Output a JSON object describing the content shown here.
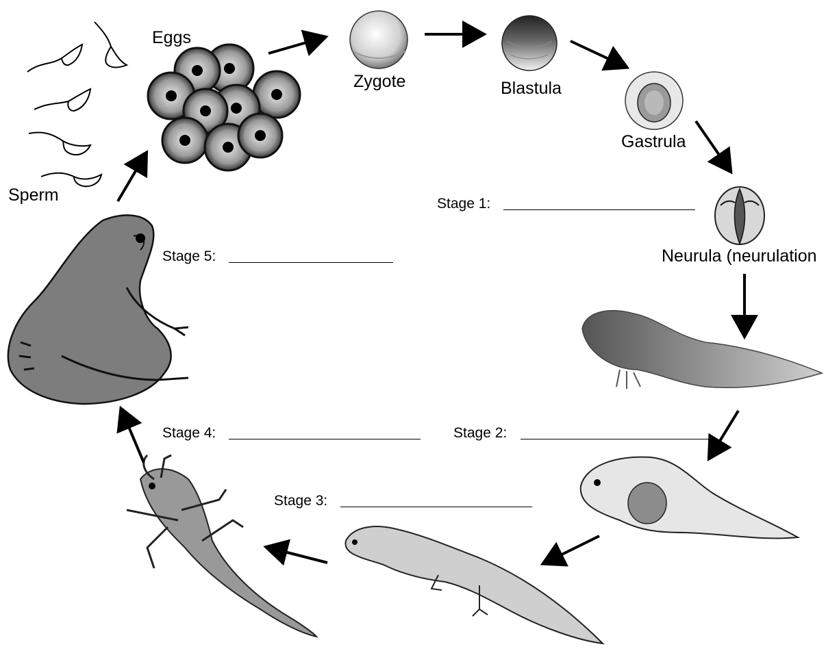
{
  "labels": {
    "sperm": "Sperm",
    "eggs": "Eggs",
    "zygote": "Zygote",
    "blastula": "Blastula",
    "gastrula": "Gastrula",
    "neurula": "Neurula (neurulation"
  },
  "stages": {
    "stage1": "Stage 1:",
    "stage2": "Stage 2:",
    "stage3": "Stage 3:",
    "stage4": "Stage 4:",
    "stage5": "Stage 5:"
  },
  "colors": {
    "ink": "#000000",
    "shade": "#6e6e6e",
    "light": "#bdbdbd"
  }
}
